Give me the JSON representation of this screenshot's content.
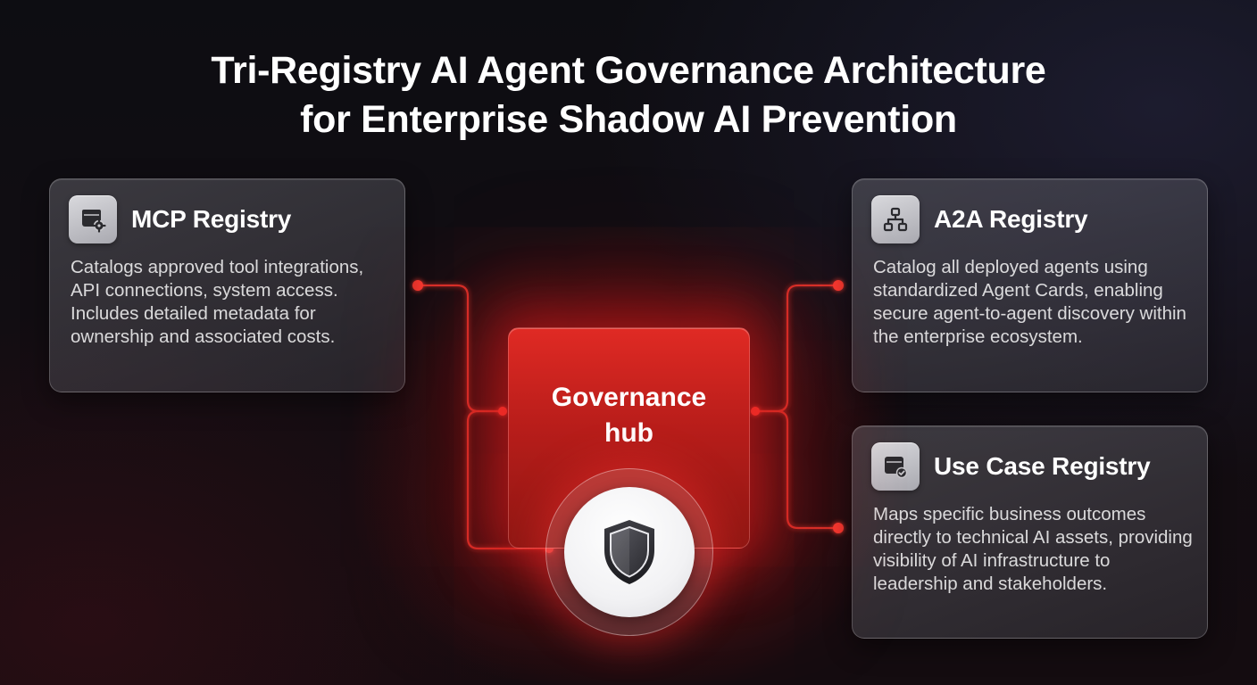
{
  "title": {
    "line1": "Tri-Registry AI Agent Governance Architecture",
    "line2": "for Enterprise Shadow AI Prevention"
  },
  "hub": {
    "line1": "Governance",
    "line2": "hub",
    "icon": "shield-icon"
  },
  "registries": {
    "mcp": {
      "title": "MCP Registry",
      "icon": "window-gear-icon",
      "description": "Catalogs approved tool integrations, API connections, system access. Includes detailed metadata for ownership and associated costs."
    },
    "a2a": {
      "title": "A2A Registry",
      "icon": "hierarchy-network-icon",
      "description": "Catalog all deployed agents using standardized Agent Cards, enabling secure agent-to-agent discovery within the enterprise ecosystem."
    },
    "use_case": {
      "title": "Use Case Registry",
      "icon": "window-check-icon",
      "description": "Maps specific business outcomes directly to technical AI assets, providing visibility of AI infrastructure to leadership and stakeholders."
    }
  },
  "colors": {
    "accent": "#e02a24",
    "connector": "#d8312b",
    "background": "#0d0d12"
  }
}
